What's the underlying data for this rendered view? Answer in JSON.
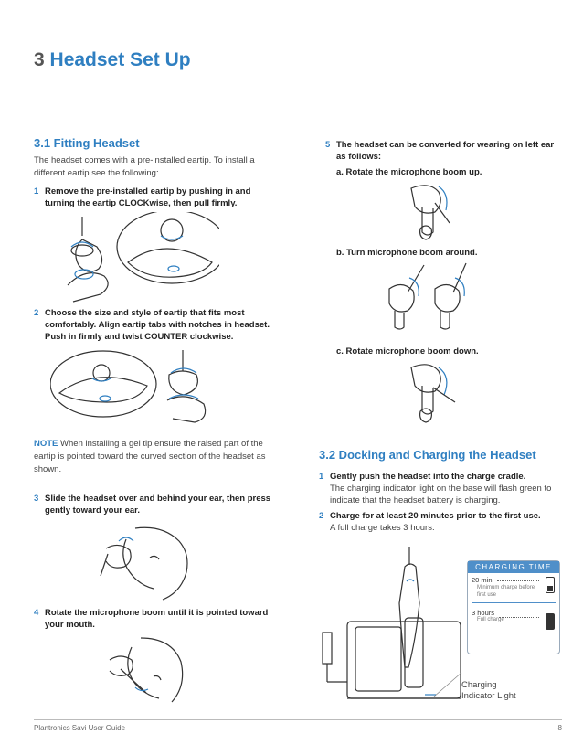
{
  "page": {
    "title_num": "3",
    "title_text": "Headset Set Up",
    "footer_left": "Plantronics Savi User Guide",
    "footer_right": "8"
  },
  "section31": {
    "heading": "3.1 Fitting Headset",
    "intro": "The headset comes with a pre-installed eartip. To install a different eartip see the following:",
    "step1_num": "1",
    "step1": "Remove the pre-installed eartip by pushing in and turning the eartip CLOCKwise, then pull firmly.",
    "step2_num": "2",
    "step2": "Choose the size and style of eartip that fits most comfortably. Align eartip tabs with notches in headset. Push in firmly and twist COUNTER clockwise.",
    "note_label": "NOTE",
    "note_text": " When installing a gel tip ensure the raised part of the eartip is pointed toward the curved section of the headset as shown.",
    "step3_num": "3",
    "step3": "Slide the headset over and behind your ear, then press gently toward your ear.",
    "step4_num": "4",
    "step4": "Rotate the microphone boom until it is pointed toward your mouth."
  },
  "step5": {
    "num": "5",
    "text": "The headset can be converted for wearing on left ear as follows:",
    "a": "a. Rotate the microphone boom up.",
    "b": "b. Turn microphone boom around.",
    "c": "c. Rotate microphone boom down."
  },
  "section32": {
    "heading": "3.2 Docking and Charging the Headset",
    "step1_num": "1",
    "step1_bold": "Gently push the headset into the charge cradle.",
    "step1_text": "The charging indicator light on the base will flash green to indicate that the headset battery is charging.",
    "step2_num": "2",
    "step2_bold": "Charge for at least 20 minutes prior to the first use.",
    "step2_text": "A full charge takes 3 hours."
  },
  "charging": {
    "title": "CHARGING TIME",
    "row1_time": "20 min",
    "row1_desc": "Minimum charge before first use",
    "row2_time": "3 hours",
    "row2_desc": "Full charge",
    "indicator_label_1": "Charging",
    "indicator_label_2": "Indicator Light"
  },
  "colors": {
    "accent": "#2f7fc1"
  },
  "icons": [
    "eartip-illustration",
    "headset-boom-illustration",
    "ear-fitting-illustration",
    "charge-base-illustration",
    "battery-icon"
  ]
}
